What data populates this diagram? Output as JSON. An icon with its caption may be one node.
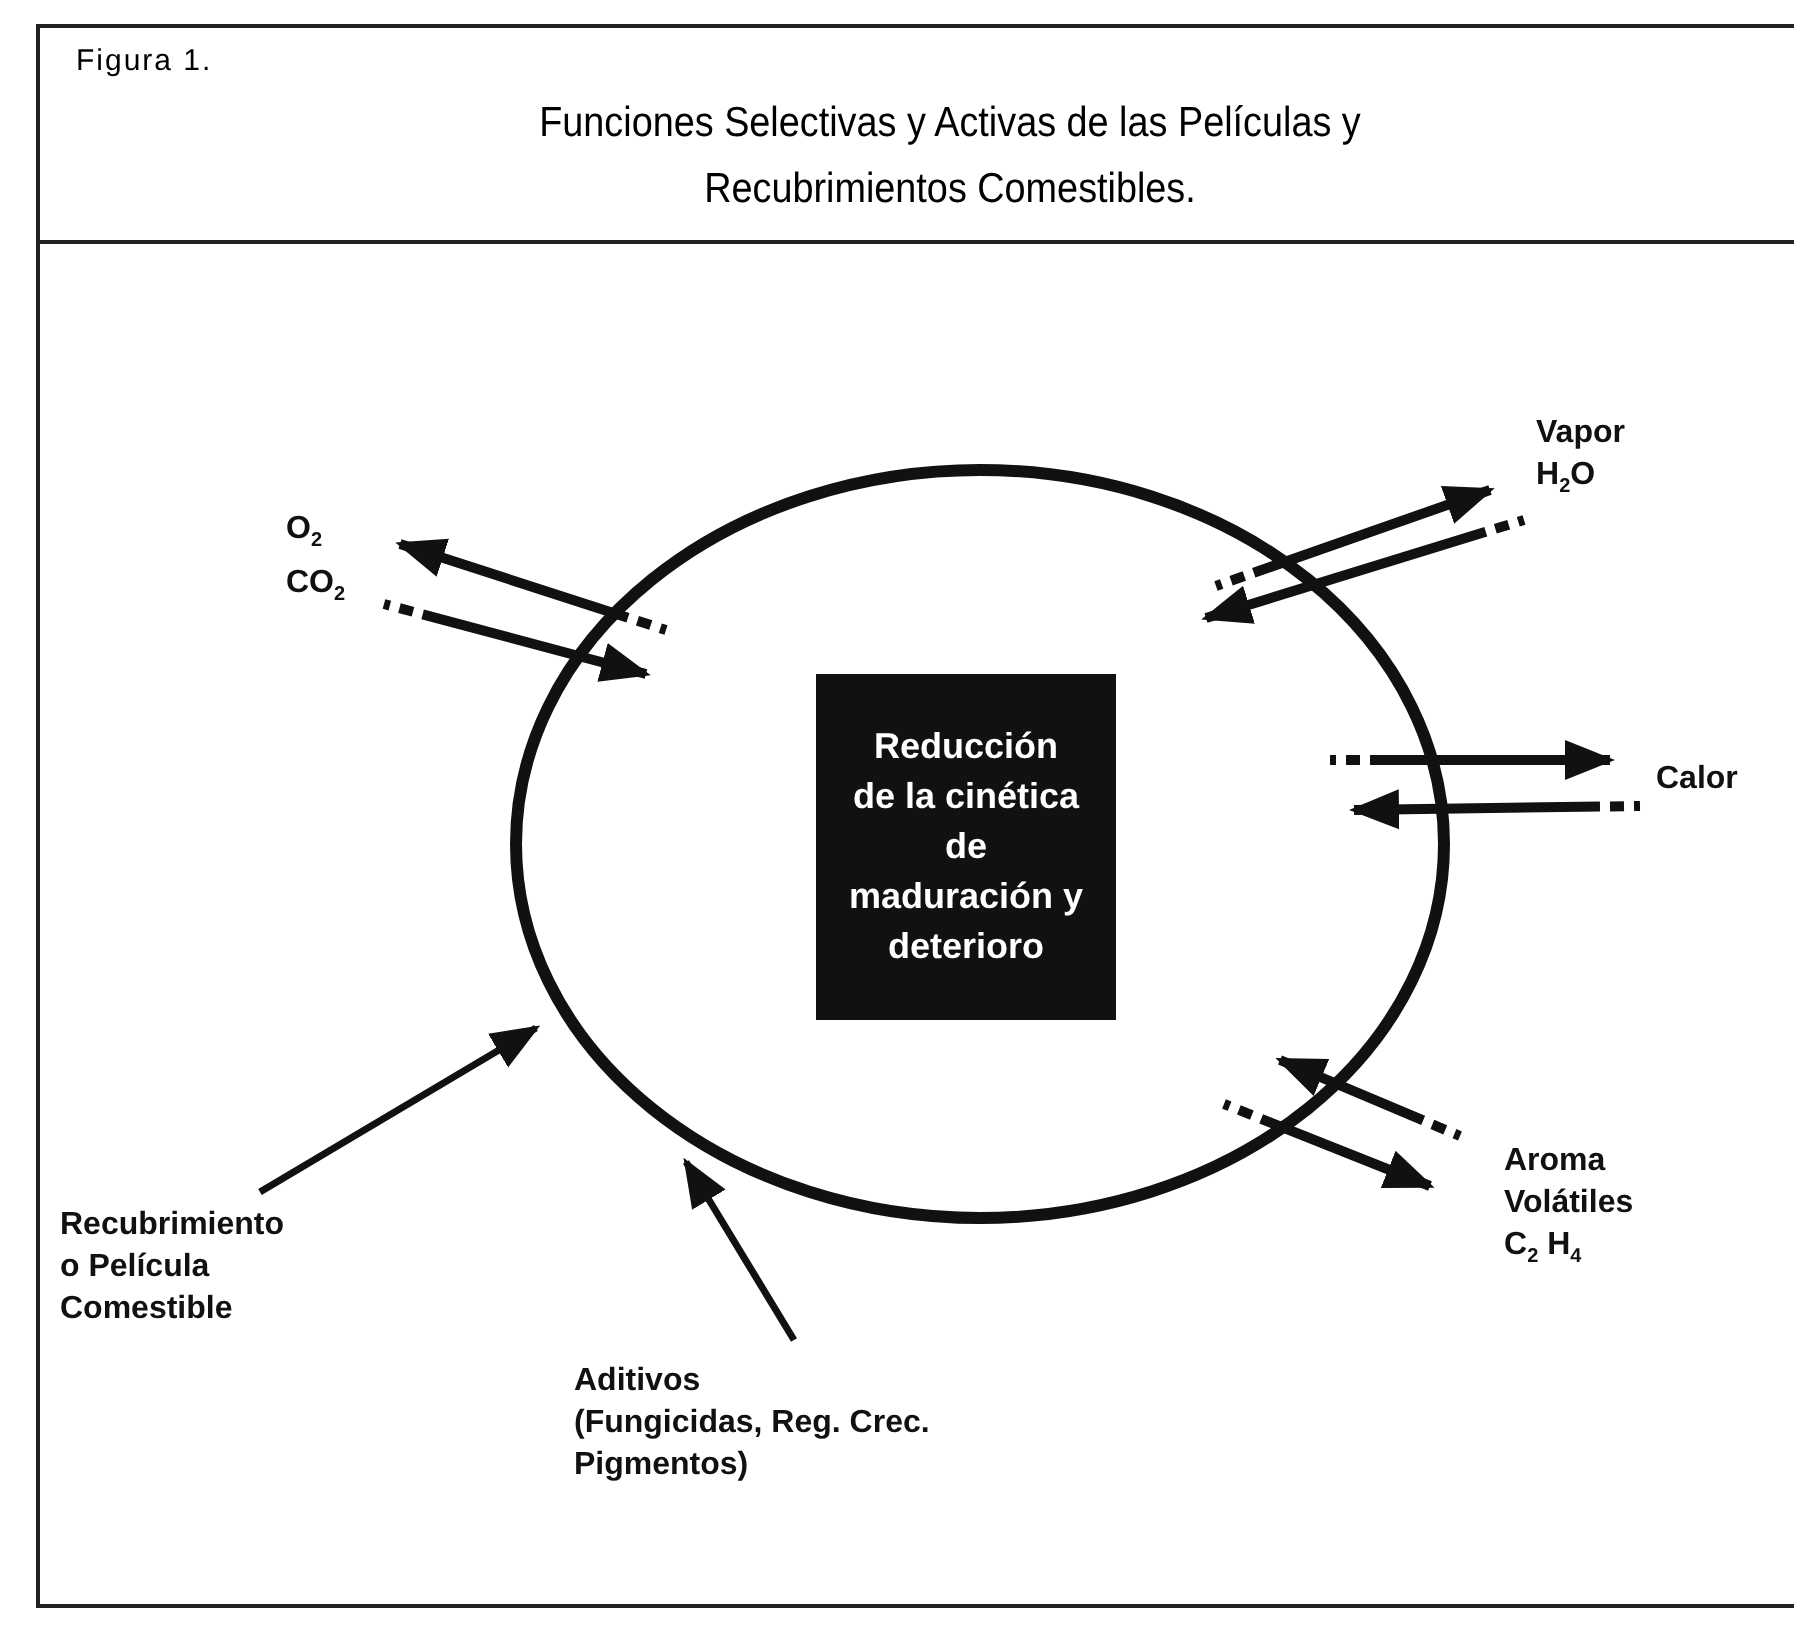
{
  "diagram": {
    "title": "Funciones Selectivas y Activas de las Películas y Recubrimientos Comestibles.",
    "nodes": [
      {
        "text": [],
        "shape": "circle"
      },
      {
        "text": [
          "Reducción de la cinética de maduración y deterioro"
        ],
        "in": 0
      },
      {
        "text": [
          "Vapor H$_{2}$O"
        ]
      },
      {
        "text": [
          "O$_{2}$ CO$_{2}$"
        ]
      },
      {
        "text": [
          "Calor"
        ]
      },
      {
        "text": [
          "Recubrimiento o Película Comestible"
        ]
      },
      {
        "text": [
          "Aroma Volátiles C$_{2}$ H$_{4}$"
        ]
      },
      {
        "text": [
          "Aditivos",
          "(Fungicidas, Reg. Crec. Pigmentos)"
        ]
      }
    ],
    "edges": [
      {
        "from": 0,
        "to": 3,
        "arrow": "to",
        "style": "dashed"
      },
      {
        "from": 3,
        "to": 0,
        "arrow": "to",
        "style": "dashed"
      },
      {
        "from": 0,
        "to": 2,
        "arrow": "to",
        "style": "dashed"
      },
      {
        "from": 2,
        "to": 0,
        "arrow": "to",
        "style": "dashed"
      },
      {
        "from": 0,
        "to": 4,
        "arrow": "to",
        "style": "dashed"
      },
      {
        "from": 4,
        "to": 0,
        "arrow": "to",
        "style": "dashed"
      },
      {
        "from": 0,
        "to": 6,
        "arrow": "to",
        "style": "dashed"
      },
      {
        "from": 6,
        "to": 0,
        "arrow": "to",
        "style": "dashed"
      },
      {
        "from": 5,
        "to": 0,
        "arrow": "to"
      },
      {
        "from": 7,
        "to": 0,
        "arrow": "to"
      }
    ],
    "labels": [
      "Figura 1."
    ]
  }
}
